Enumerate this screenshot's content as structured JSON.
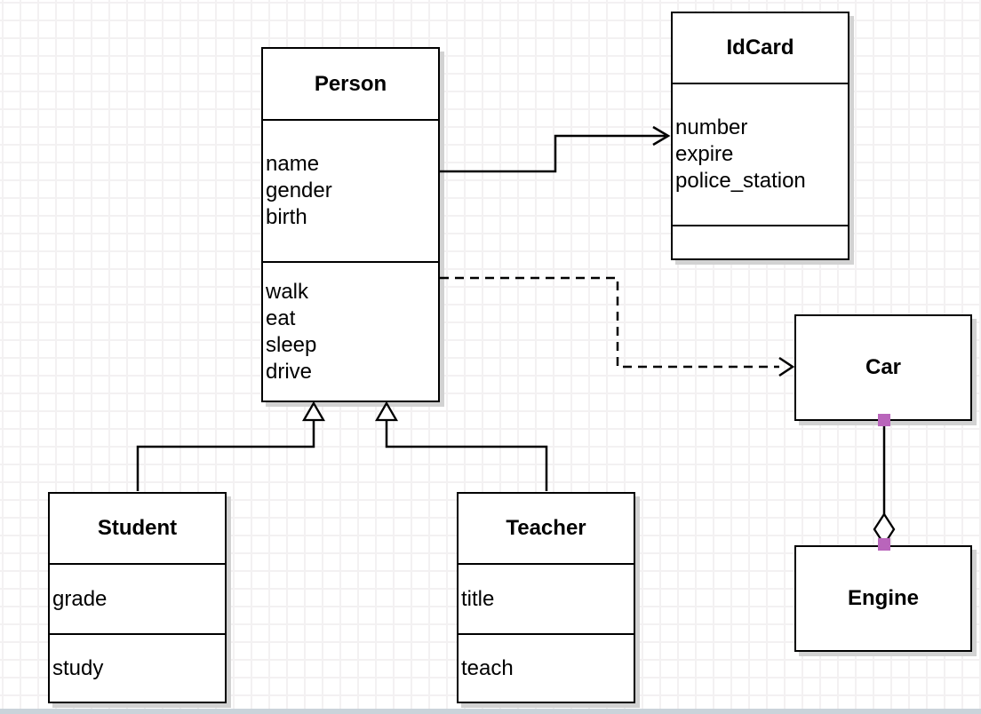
{
  "canvas": {
    "tool": "diagram-canvas",
    "colors": {
      "box_fill": "#ffffff",
      "box_border": "#000000",
      "line": "#000000",
      "grid_line": "#f3f1f2",
      "shadow": "#d2d2d2",
      "endpoint_marker": "#b965bb",
      "bottom_edge_bar": "#cad3da"
    }
  },
  "classes": {
    "person": {
      "title": "Person",
      "attributes": [
        "name",
        "gender",
        "birth"
      ],
      "methods": [
        "walk",
        "eat",
        "sleep",
        "drive"
      ]
    },
    "idcard": {
      "title": "IdCard",
      "attributes": [
        "number",
        "expire",
        "police_station"
      ],
      "methods": []
    },
    "car": {
      "title": "Car",
      "attributes": [],
      "methods": []
    },
    "engine": {
      "title": "Engine",
      "attributes": [],
      "methods": []
    },
    "student": {
      "title": "Student",
      "attributes": [
        "grade"
      ],
      "methods": [
        "study"
      ]
    },
    "teacher": {
      "title": "Teacher",
      "attributes": [
        "title"
      ],
      "methods": [
        "teach"
      ]
    }
  },
  "relationships": [
    {
      "from": "Person",
      "to": "IdCard",
      "type": "association",
      "line": "solid",
      "marker": "open-arrow-at-idcard"
    },
    {
      "from": "Person",
      "to": "Car",
      "type": "dependency",
      "line": "dashed",
      "marker": "open-arrow-at-car"
    },
    {
      "from": "Student",
      "to": "Person",
      "type": "generalization",
      "line": "solid",
      "marker": "hollow-triangle-at-person"
    },
    {
      "from": "Teacher",
      "to": "Person",
      "type": "generalization",
      "line": "solid",
      "marker": "hollow-triangle-at-person"
    },
    {
      "from": "Car",
      "to": "Engine",
      "type": "aggregation",
      "line": "solid",
      "marker": "hollow-diamond-at-engine"
    }
  ]
}
